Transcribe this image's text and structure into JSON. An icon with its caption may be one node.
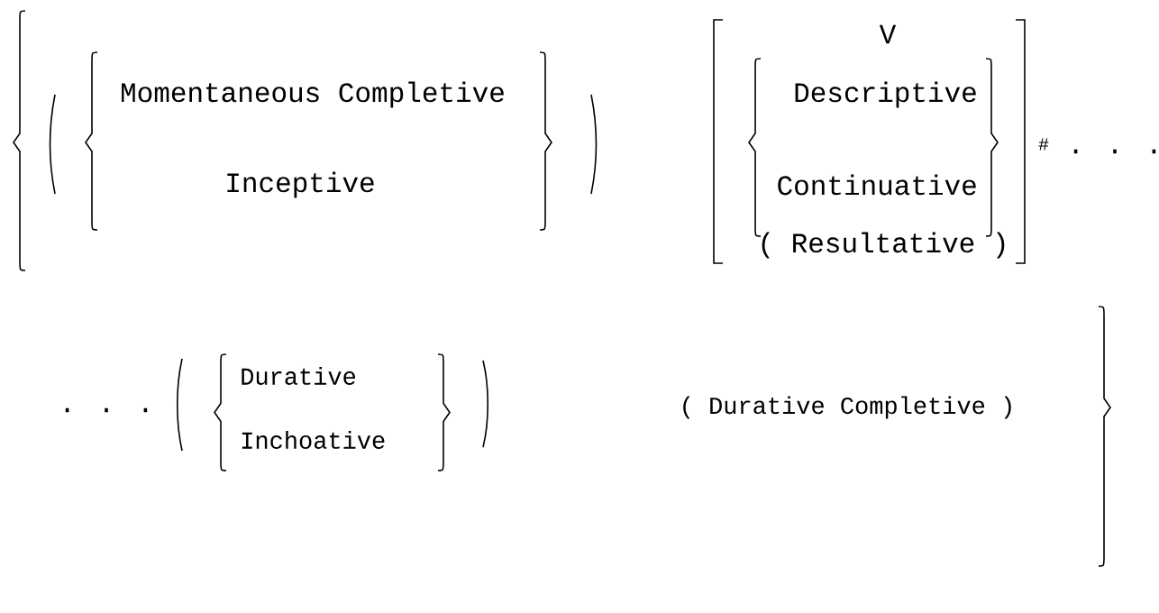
{
  "diagram": {
    "labels": [
      "Momentaneous Completive",
      "Inceptive",
      "V",
      "Descriptive",
      "Continuative",
      "( Resultative )",
      "#",
      ". . .",
      ". . .",
      "Durative",
      "Inchoative",
      "( Durative Completive )"
    ]
  }
}
